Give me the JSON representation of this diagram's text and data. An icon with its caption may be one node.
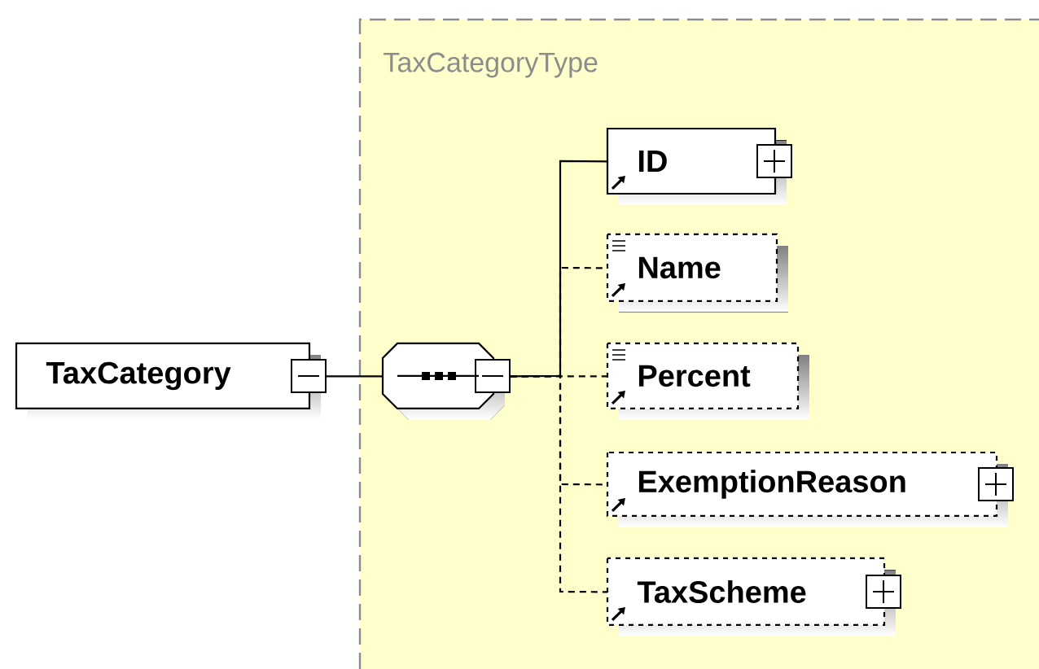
{
  "diagram": {
    "nodes": [
      {
        "text": [
          "TaxCategoryType"
        ]
      },
      {
        "text": [
          "TaxCategory"
        ]
      },
      {
        "text": [],
        "shape": "octagon",
        "in": 0
      },
      {
        "text": [
          "ID"
        ],
        "in": 0
      },
      {
        "text": [
          "Name"
        ],
        "in": 0
      },
      {
        "text": [
          "Percent"
        ],
        "in": 0
      },
      {
        "text": [
          "ExemptionReason"
        ],
        "in": 0
      },
      {
        "text": [
          "TaxScheme"
        ],
        "in": 0
      }
    ],
    "edges": [
      {
        "from": 1,
        "to": 2,
        "arrow": "none"
      },
      {
        "from": 2,
        "to": 3,
        "arrow": "none"
      },
      {
        "from": 2,
        "to": 4,
        "arrow": "none",
        "style": "dashed"
      },
      {
        "from": 2,
        "to": 5,
        "arrow": "none",
        "style": "dashed"
      },
      {
        "from": 2,
        "to": 6,
        "arrow": "none",
        "style": "dashed"
      },
      {
        "from": 2,
        "to": 7,
        "arrow": "none",
        "style": "dashed"
      }
    ]
  }
}
